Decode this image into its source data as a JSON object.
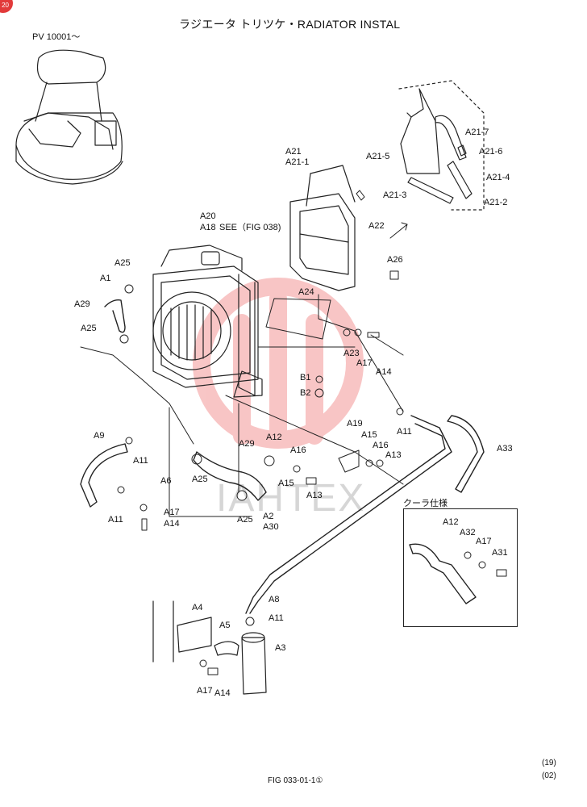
{
  "page": {
    "corner_mark": "20",
    "title": "ラジエータ トリツケ・RADIATOR INSTAL",
    "serial_range": "PV 10001～",
    "see_ref": "SEE（FIG 038)",
    "figure_number": "FIG 033-01-1",
    "figure_suffix": "①",
    "page_number": "(19)",
    "page_sub": "(02)",
    "watermark": "IAHTEX",
    "inset_title": "クーラ仕様"
  },
  "callouts": {
    "A1": "A1",
    "A2": "A2",
    "A3": "A3",
    "A4": "A4",
    "A5": "A5",
    "A6": "A6",
    "A8": "A8",
    "A9": "A9",
    "A11": "A11",
    "A12": "A12",
    "A13": "A13",
    "A14": "A14",
    "A15": "A15",
    "A16": "A16",
    "A17": "A17",
    "A18": "A18",
    "A19": "A19",
    "A20": "A20",
    "A21": "A21",
    "A21_1": "A21-1",
    "A21_2": "A21-2",
    "A21_3": "A21-3",
    "A21_4": "A21-4",
    "A21_5": "A21-5",
    "A21_6": "A21-6",
    "A21_7": "A21-7",
    "A22": "A22",
    "A23": "A23",
    "A24": "A24",
    "A25": "A25",
    "A26": "A26",
    "A29": "A29",
    "A30": "A30",
    "A31": "A31",
    "A32": "A32",
    "A33": "A33",
    "B1": "B1",
    "B2": "B2"
  },
  "colors": {
    "line": "#222222",
    "watermark_red": "#ec5c5c",
    "watermark_grey": "#d6d6d6",
    "corner_badge": "#e23a3a"
  }
}
